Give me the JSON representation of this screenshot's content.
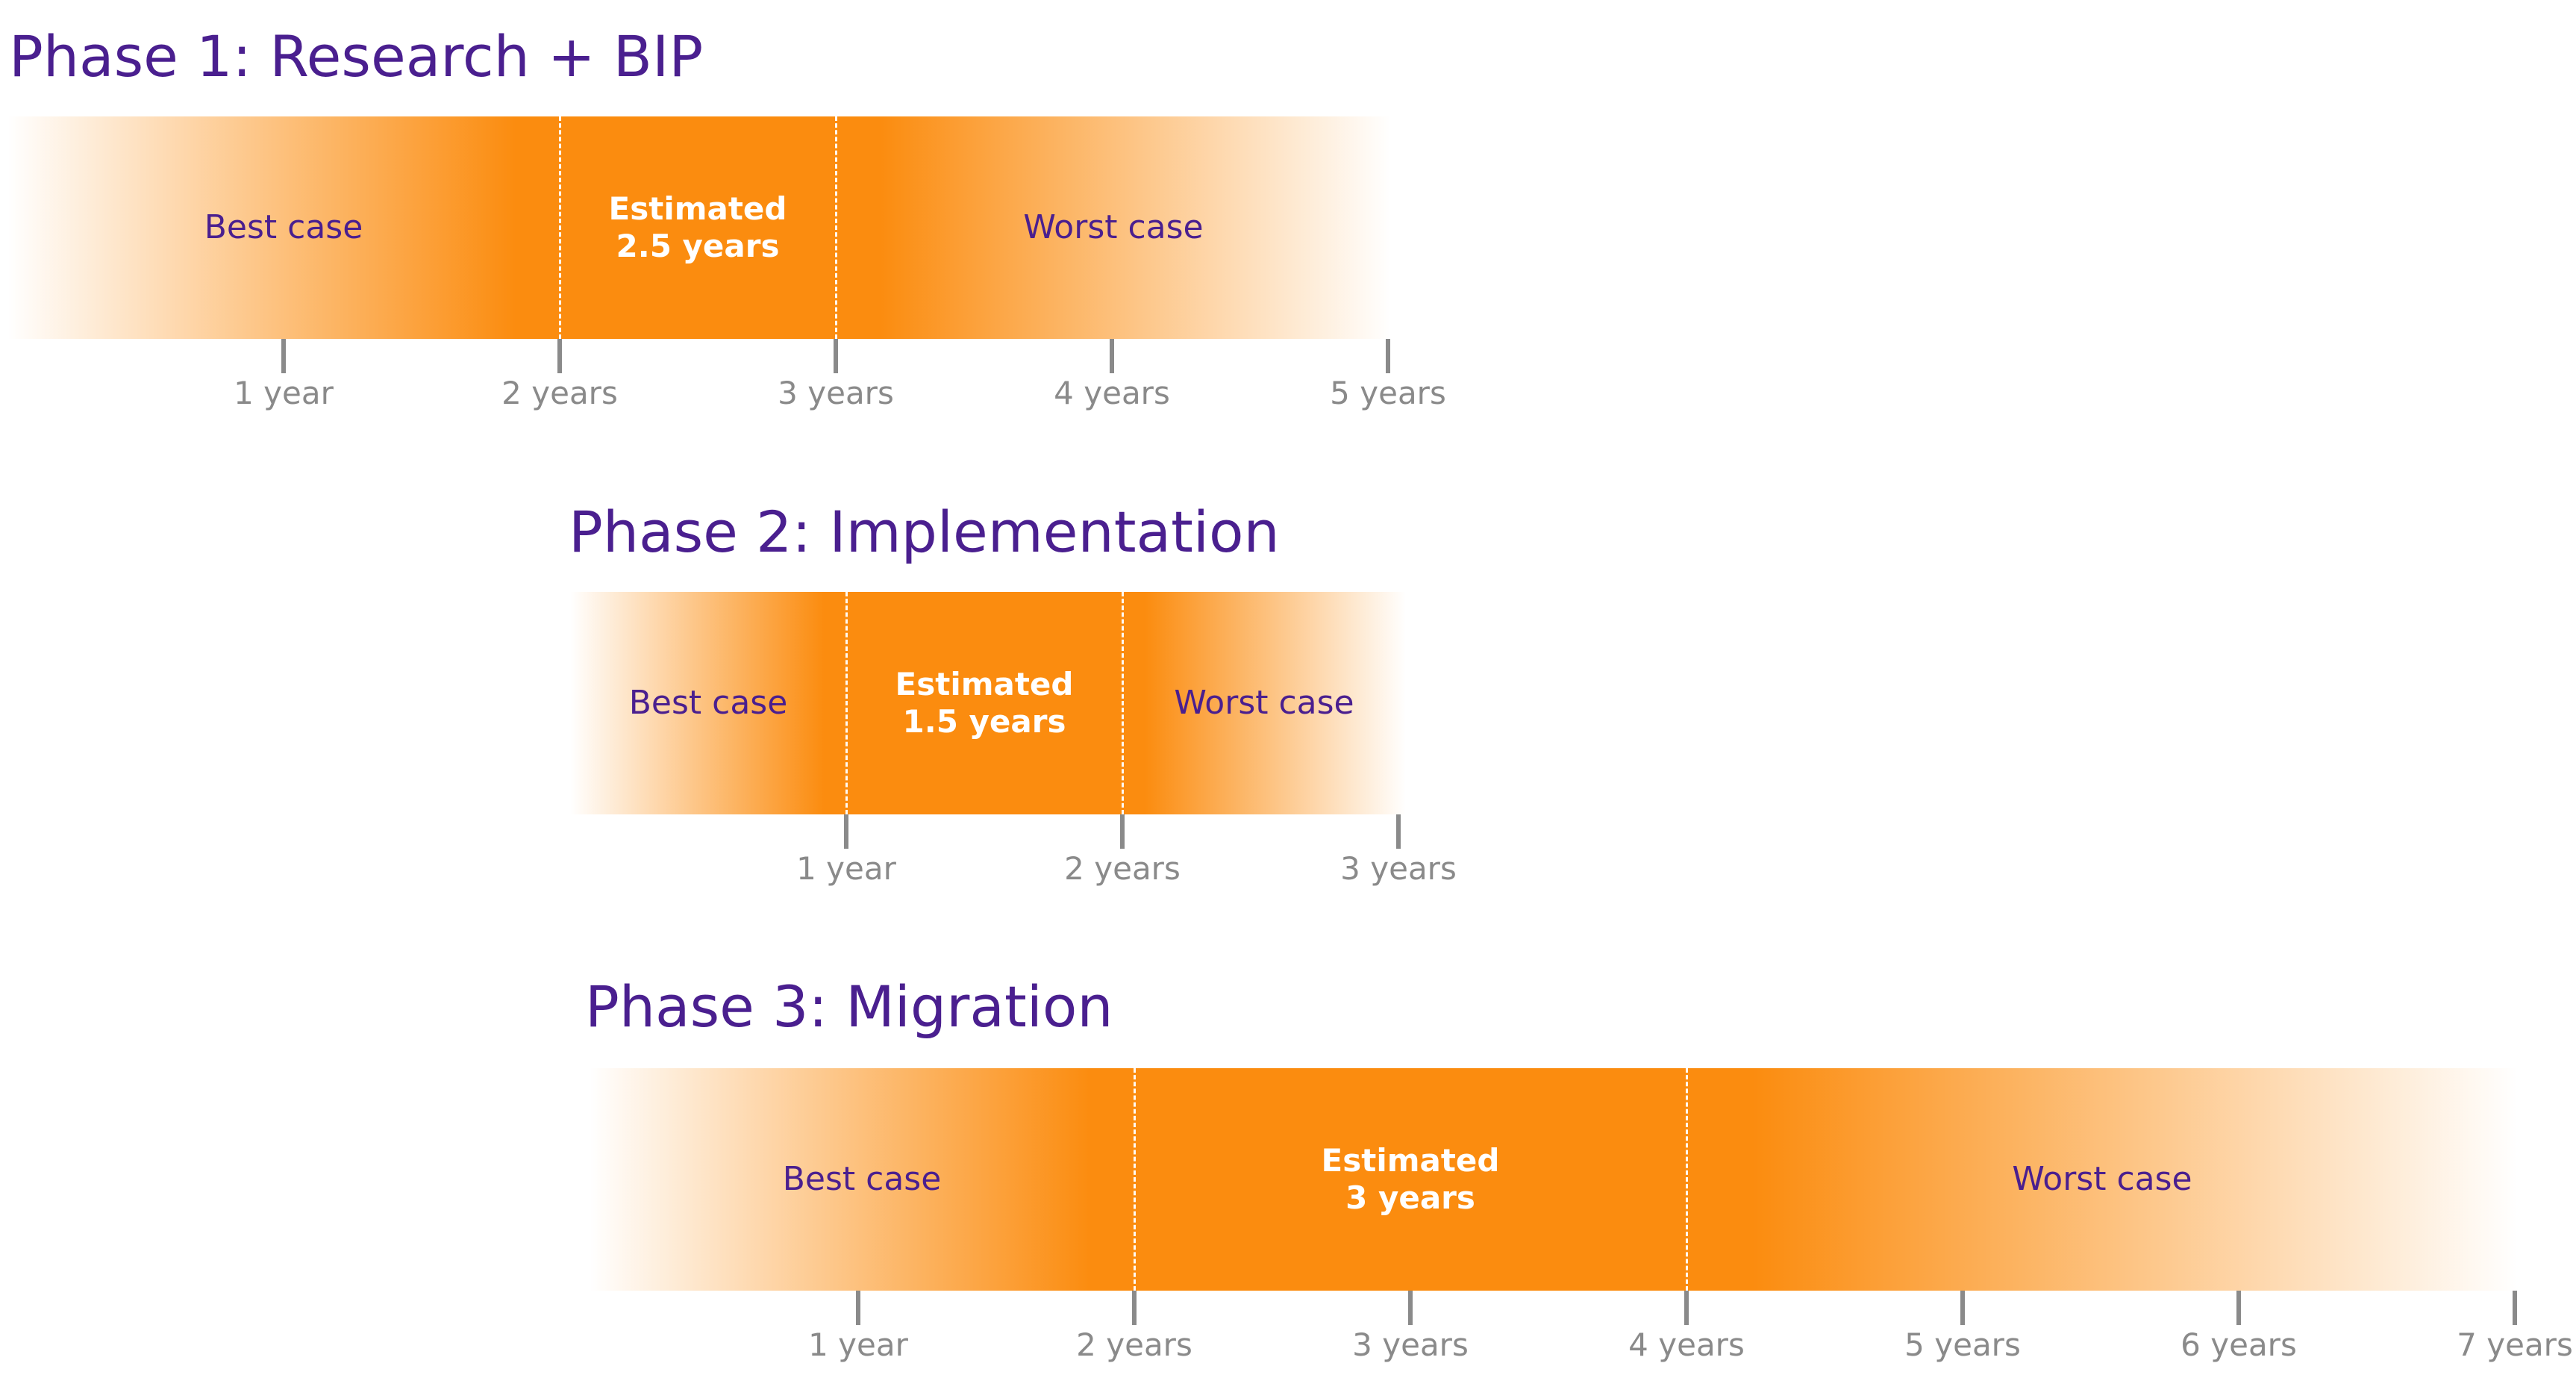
{
  "colors": {
    "title": "#4a1f8f",
    "case_label": "#4a1f8f",
    "bar_orange": "#fb8c0f",
    "estimate_text": "#ffffff",
    "tick": "#8a8a8a"
  },
  "phases": [
    {
      "title": "Phase 1: Research + BIP",
      "best_label": "Best case",
      "worst_label": "Worst case",
      "estimate_label": "Estimated",
      "estimate_value": "2.5 years",
      "best_start_years": 0,
      "estimate_start_years": 2,
      "estimate_end_years": 3,
      "worst_end_years": 5,
      "ticks": [
        {
          "value": 1,
          "label": "1 year"
        },
        {
          "value": 2,
          "label": "2 years"
        },
        {
          "value": 3,
          "label": "3 years"
        },
        {
          "value": 4,
          "label": "4 years"
        },
        {
          "value": 5,
          "label": "5 years"
        }
      ]
    },
    {
      "title": "Phase 2: Implementation",
      "best_label": "Best case",
      "worst_label": "Worst case",
      "estimate_label": "Estimated",
      "estimate_value": "1.5 years",
      "best_start_years": 0,
      "estimate_start_years": 1,
      "estimate_end_years": 2,
      "worst_end_years": 3,
      "ticks": [
        {
          "value": 1,
          "label": "1 year"
        },
        {
          "value": 2,
          "label": "2 years"
        },
        {
          "value": 3,
          "label": "3 years"
        }
      ]
    },
    {
      "title": "Phase 3: Migration",
      "best_label": "Best case",
      "worst_label": "Worst case",
      "estimate_label": "Estimated",
      "estimate_value": "3 years",
      "best_start_years": 0,
      "estimate_start_years": 2,
      "estimate_end_years": 4,
      "worst_end_years": 7,
      "ticks": [
        {
          "value": 1,
          "label": "1 year"
        },
        {
          "value": 2,
          "label": "2 years"
        },
        {
          "value": 3,
          "label": "3 years"
        },
        {
          "value": 4,
          "label": "4 years"
        },
        {
          "value": 5,
          "label": "5 years"
        },
        {
          "value": 6,
          "label": "6 years"
        },
        {
          "value": 7,
          "label": "7 years"
        }
      ]
    }
  ]
}
